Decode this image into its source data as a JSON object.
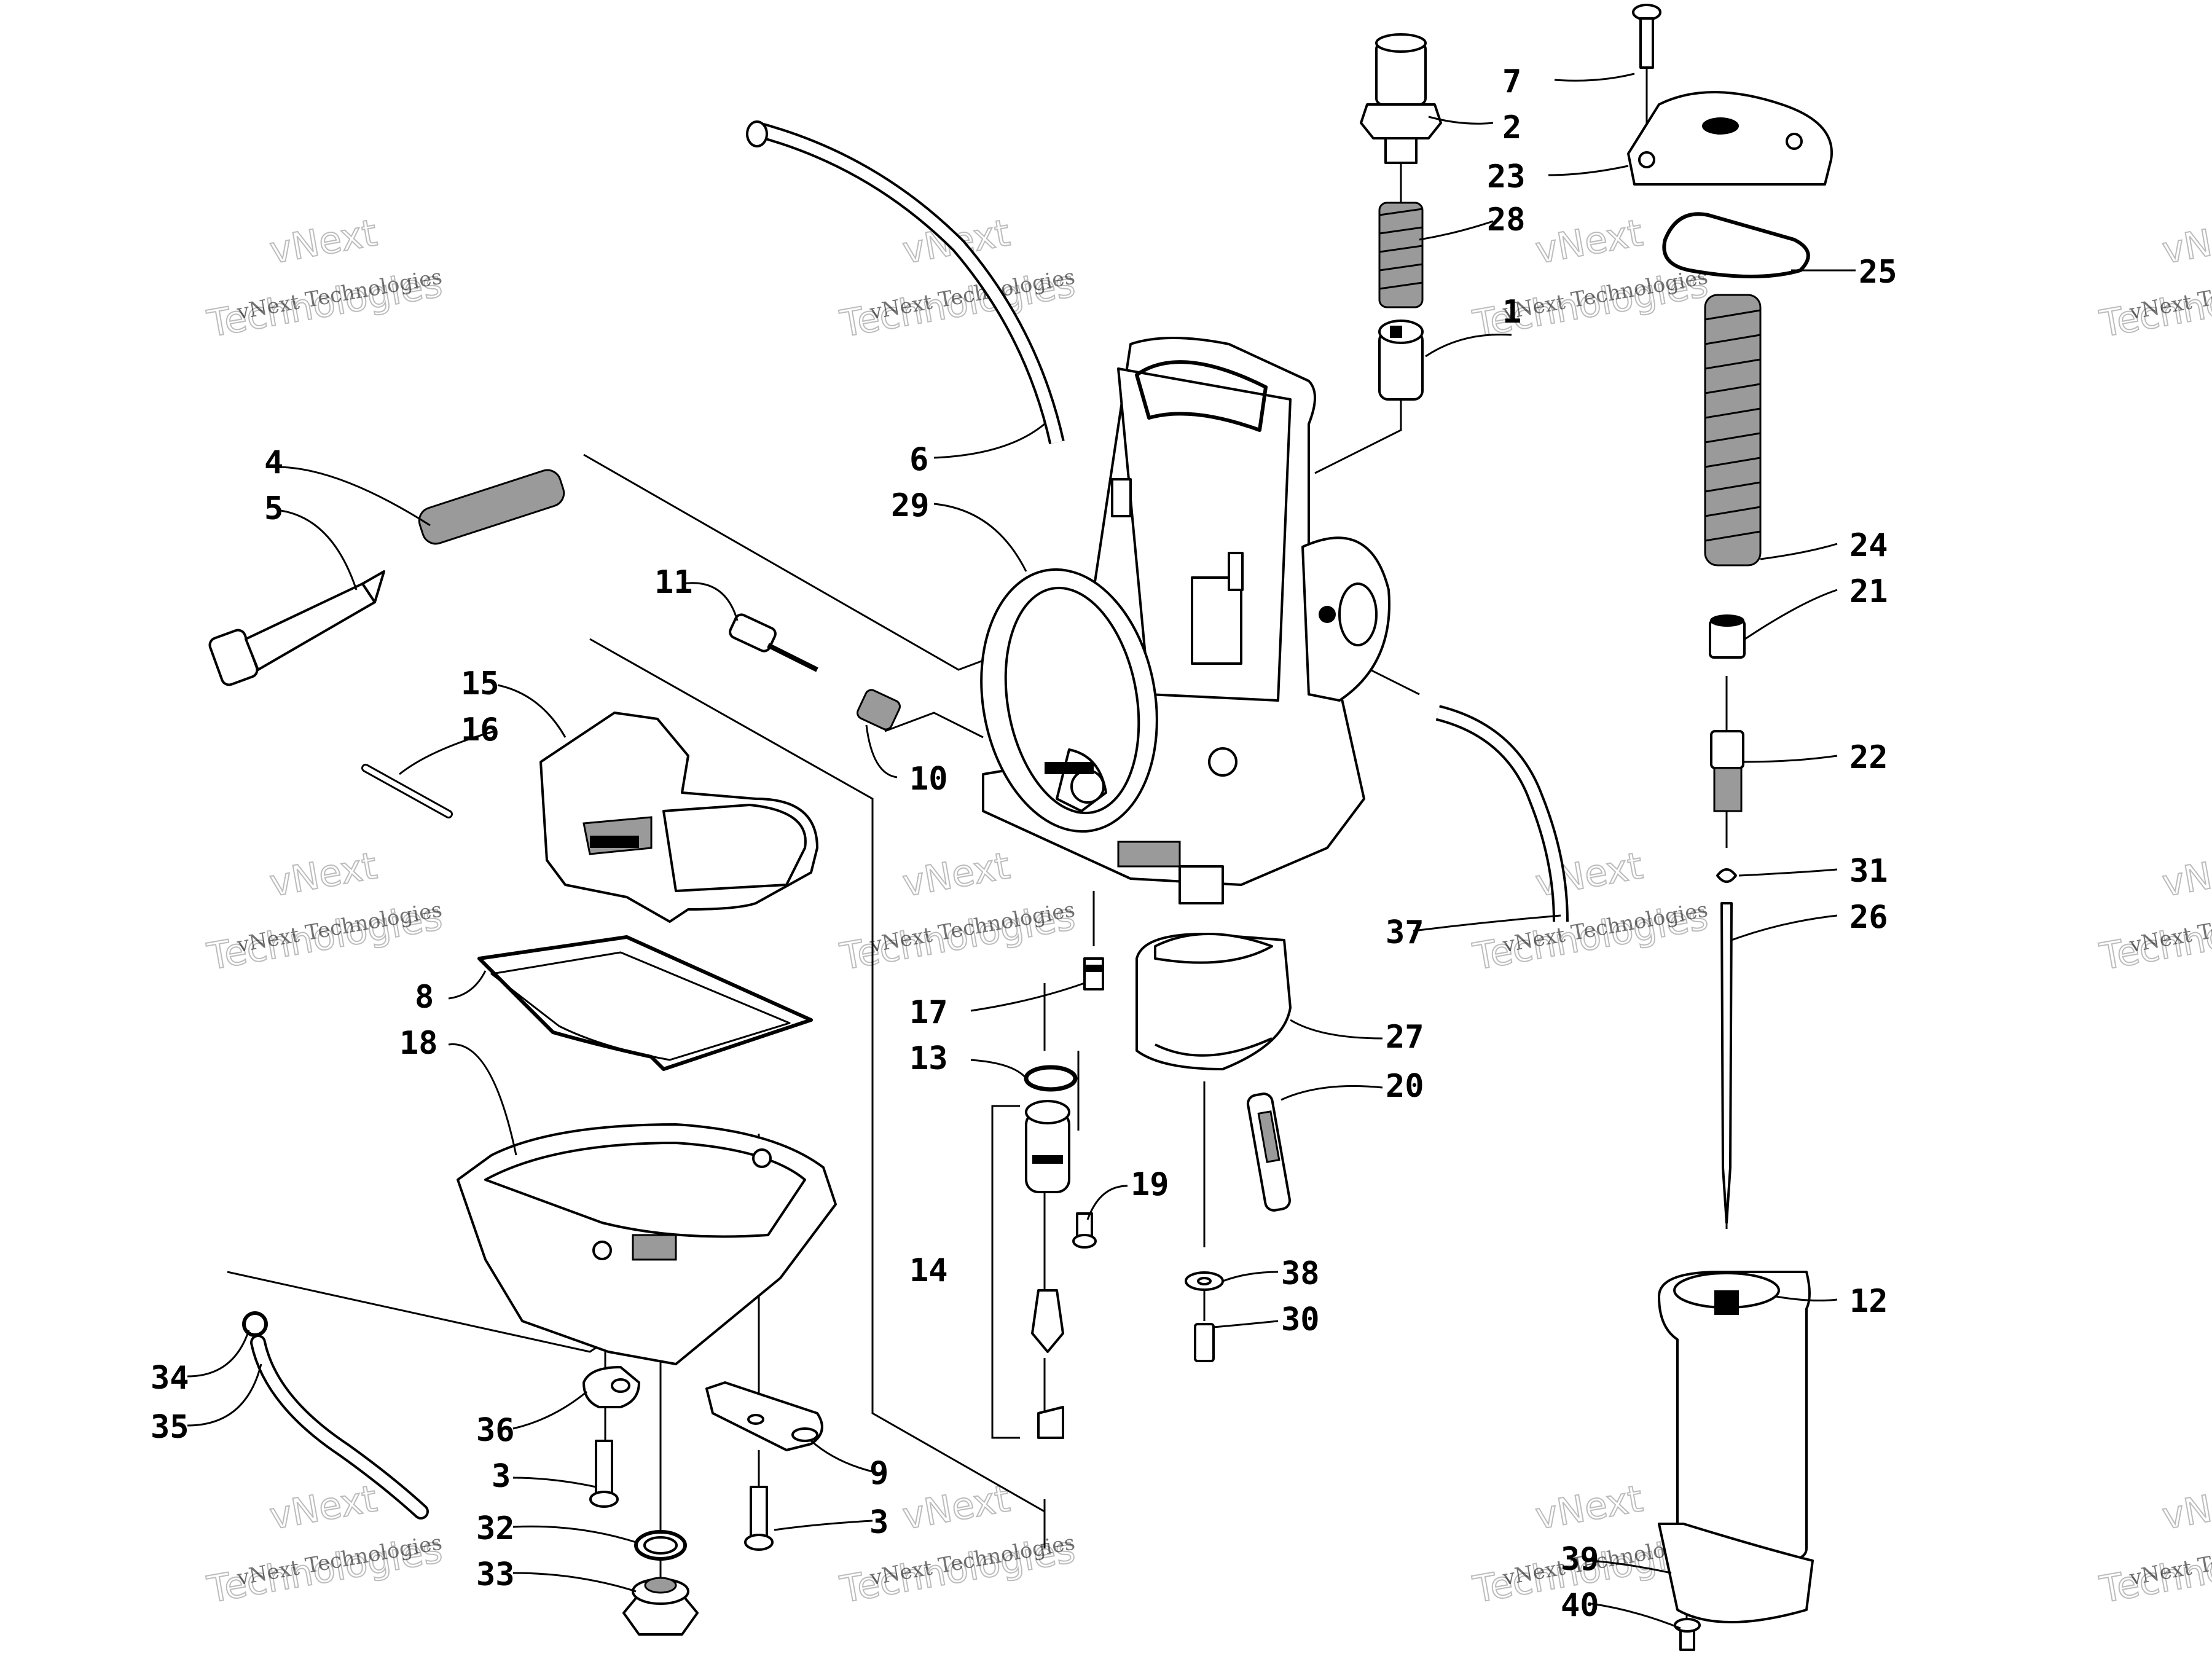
{
  "diagram": {
    "watermark": {
      "line1": "vNext Technologies",
      "outline_line1": "vNext",
      "outline_line2": "Technologies"
    },
    "callouts": [
      "7",
      "2",
      "23",
      "28",
      "25",
      "1",
      "24",
      "21",
      "22",
      "31",
      "26",
      "12",
      "39",
      "40",
      "4",
      "5",
      "11",
      "15",
      "16",
      "6",
      "29",
      "10",
      "8",
      "18",
      "17",
      "13",
      "19",
      "14",
      "27",
      "20",
      "37",
      "38",
      "30",
      "34",
      "35",
      "36",
      "3",
      "9",
      "32",
      "33"
    ]
  }
}
